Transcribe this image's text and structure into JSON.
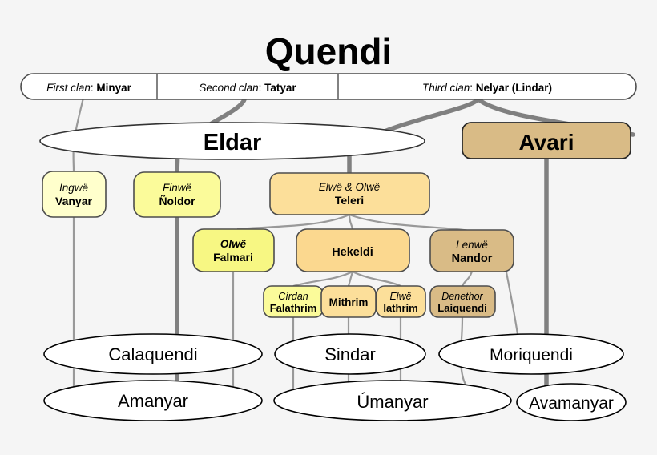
{
  "title": "Quendi",
  "colors": {
    "background": "#f5f5f5",
    "pale_yellow": "#ffffcc",
    "light_yellow": "#fbfb9a",
    "yellow": "#f7f783",
    "gold": "#fcdf9a",
    "orange": "#fbd88f",
    "tan": "#d9bb86",
    "white": "#ffffff",
    "stroke_dark": "#4d4d4d",
    "line_thin": "#999999",
    "line_thick": "#808080",
    "text": "#000000"
  },
  "clans": [
    {
      "id": "clan-first",
      "prefix": "First clan",
      "name": "Minyar"
    },
    {
      "id": "clan-second",
      "prefix": "Second clan",
      "name": "Tatyar"
    },
    {
      "id": "clan-third",
      "prefix": "Third clan",
      "name": "Nelyar (Lindar)"
    }
  ],
  "groups": [
    {
      "id": "eldar",
      "label": "Eldar"
    },
    {
      "id": "avari",
      "label": "Avari"
    }
  ],
  "leaders": [
    {
      "id": "vanyar",
      "leader": "Ingwë",
      "people": "Vanyar"
    },
    {
      "id": "noldor",
      "leader": "Finwë",
      "people": "Ñoldor"
    },
    {
      "id": "teleri",
      "leader": "Elwë & Olwë",
      "people": "Teleri"
    },
    {
      "id": "falmari",
      "leader": "Olwë",
      "people": "Falmari"
    },
    {
      "id": "hekeldi",
      "leader": "",
      "people": "Hekeldi"
    },
    {
      "id": "nandor",
      "leader": "Lenwë",
      "people": "Nandor"
    },
    {
      "id": "falathrim",
      "leader": "Círdan",
      "people": "Falathrim"
    },
    {
      "id": "mithrim",
      "leader": "",
      "people": "Mithrim"
    },
    {
      "id": "iathrim",
      "leader": "Elwë",
      "people": "Iathrim"
    },
    {
      "id": "laiquendi",
      "leader": "Denethor",
      "people": "Laiquendi"
    }
  ],
  "categories": [
    {
      "id": "calaquendi",
      "label": "Calaquendi"
    },
    {
      "id": "sindar",
      "label": "Sindar"
    },
    {
      "id": "moriquendi",
      "label": "Moriquendi"
    },
    {
      "id": "amanyar",
      "label": "Amanyar"
    },
    {
      "id": "umanyar",
      "label": "Úmanyar"
    },
    {
      "id": "avamanyar",
      "label": "Avamanyar"
    }
  ]
}
